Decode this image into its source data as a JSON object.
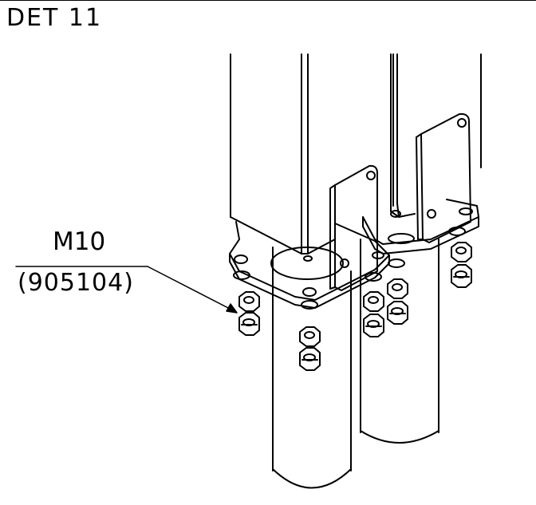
{
  "detail_title": "DET 11",
  "callout": {
    "size": "M10",
    "part_number": "(905104)"
  },
  "colors": {
    "line": "#000000",
    "background": "#ffffff"
  }
}
